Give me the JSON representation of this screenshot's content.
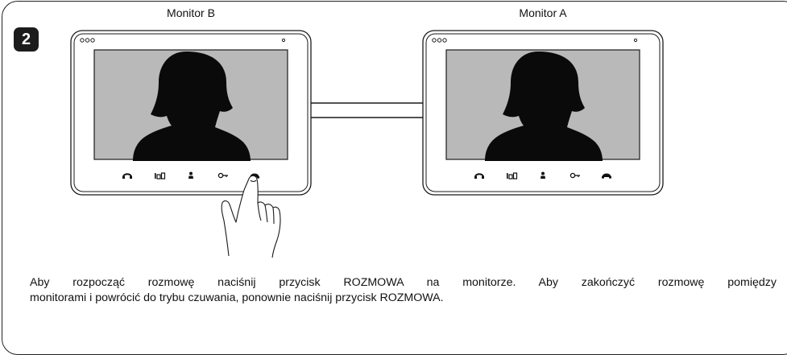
{
  "step_number": "2",
  "monitors": [
    {
      "label": "Monitor B"
    },
    {
      "label": "Monitor A"
    }
  ],
  "buttons": [
    {
      "icon": "handset-up-icon"
    },
    {
      "icon": "gate-icon"
    },
    {
      "icon": "person-icon"
    },
    {
      "icon": "key-icon"
    },
    {
      "icon": "handset-down-icon"
    }
  ],
  "description": {
    "line1": "Aby rozpocząć rozmowę naciśnij przycisk ROZMOWA na monitorze. Aby zakończyć rozmowę pomiędzy",
    "line2": "monitorami i powrócić do trybu czuwania, ponownie naciśnij przycisk ROZMOWA."
  },
  "colors": {
    "screen": "#b9b9b9",
    "silhouette": "#0a0a0a",
    "outline": "#1a1a1a",
    "badge": "#1c1c1c"
  }
}
